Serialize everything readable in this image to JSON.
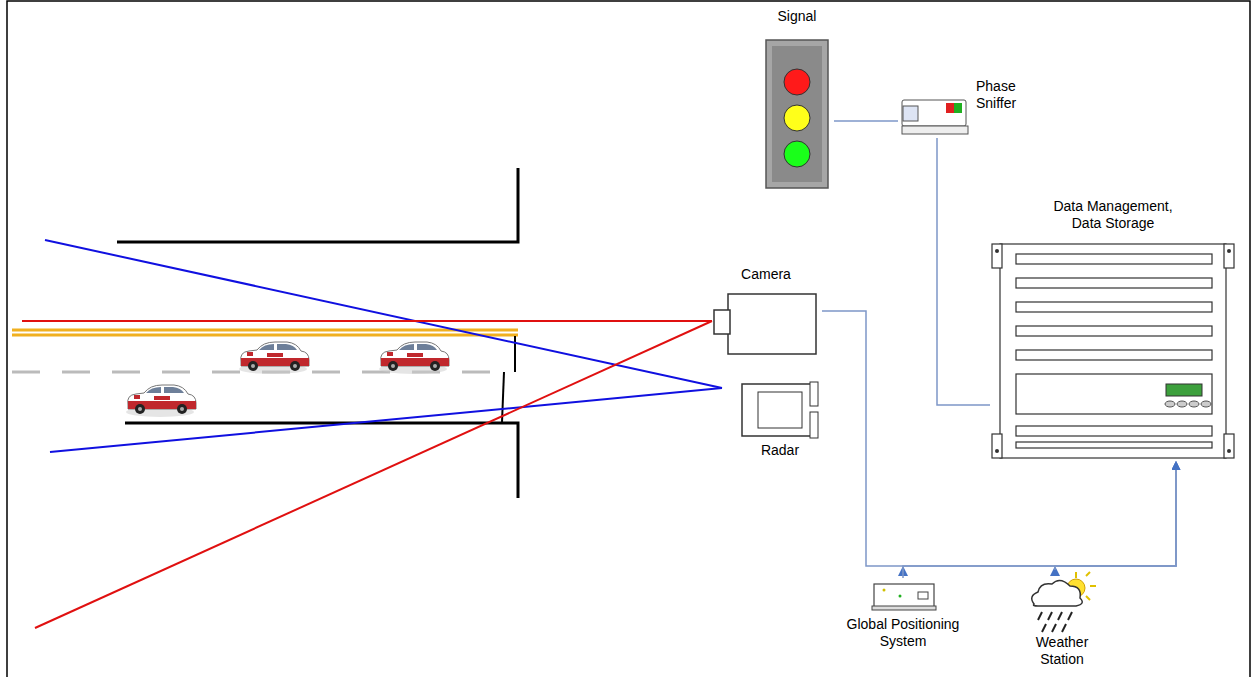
{
  "diagram": {
    "nodes": [
      {
        "text": [
          "Signal"
        ]
      },
      {
        "text": [
          "Phase Sniffer"
        ]
      },
      {
        "text": [
          "Camera"
        ]
      },
      {
        "text": [
          "Radar"
        ]
      },
      {
        "text": [
          "Data Management, Data Storage"
        ]
      },
      {
        "text": [
          "Global Positioning System"
        ]
      },
      {
        "text": [
          "Weather Station"
        ]
      }
    ],
    "edges": [
      {
        "from": 0,
        "to": 1,
        "arrow": "none"
      },
      {
        "from": 1,
        "to": 4,
        "arrow": "none"
      },
      {
        "from": 2,
        "to": 4,
        "arrow": "to"
      },
      {
        "from": 5,
        "to": 4,
        "arrow": "to"
      },
      {
        "from": 6,
        "to": 4,
        "arrow": "to"
      }
    ]
  }
}
